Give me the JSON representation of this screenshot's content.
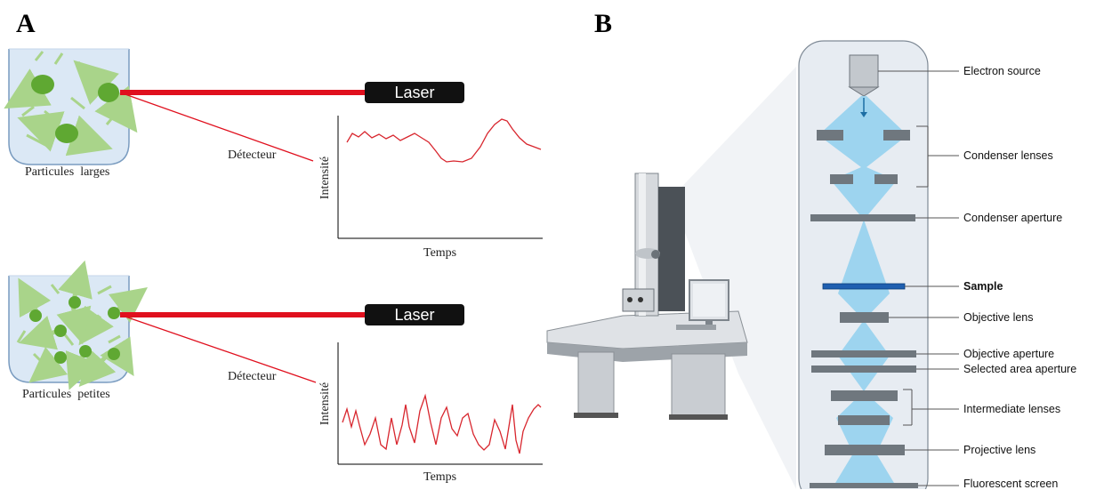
{
  "panels": {
    "a_letter": "A",
    "b_letter": "B"
  },
  "panel_a": {
    "laser_label": "Laser",
    "detector_label": "Détecteur",
    "y_axis_label": "Intensité",
    "x_axis_label": "Temps",
    "large_particles_label": "Particules  larges",
    "small_particles_label": "Particules  petites"
  },
  "panel_b": {
    "labels": {
      "electron_source": "Electron source",
      "condenser_lenses": "Condenser lenses",
      "condenser_aperture": "Condenser aperture",
      "sample": "Sample",
      "objective_lens": "Objective lens",
      "objective_aperture": "Objective aperture",
      "selected_area_aperture": "Selected area aperture",
      "intermediate_lenses": "Intermediate lenses",
      "projective_lens": "Projective lens",
      "fluorescent_screen": "Fluorescent screen"
    }
  },
  "colors": {
    "laser_beam": "#e0101e",
    "particle": "#5fa832",
    "beam": "#8fd0ee",
    "signal": "#d8262e"
  }
}
